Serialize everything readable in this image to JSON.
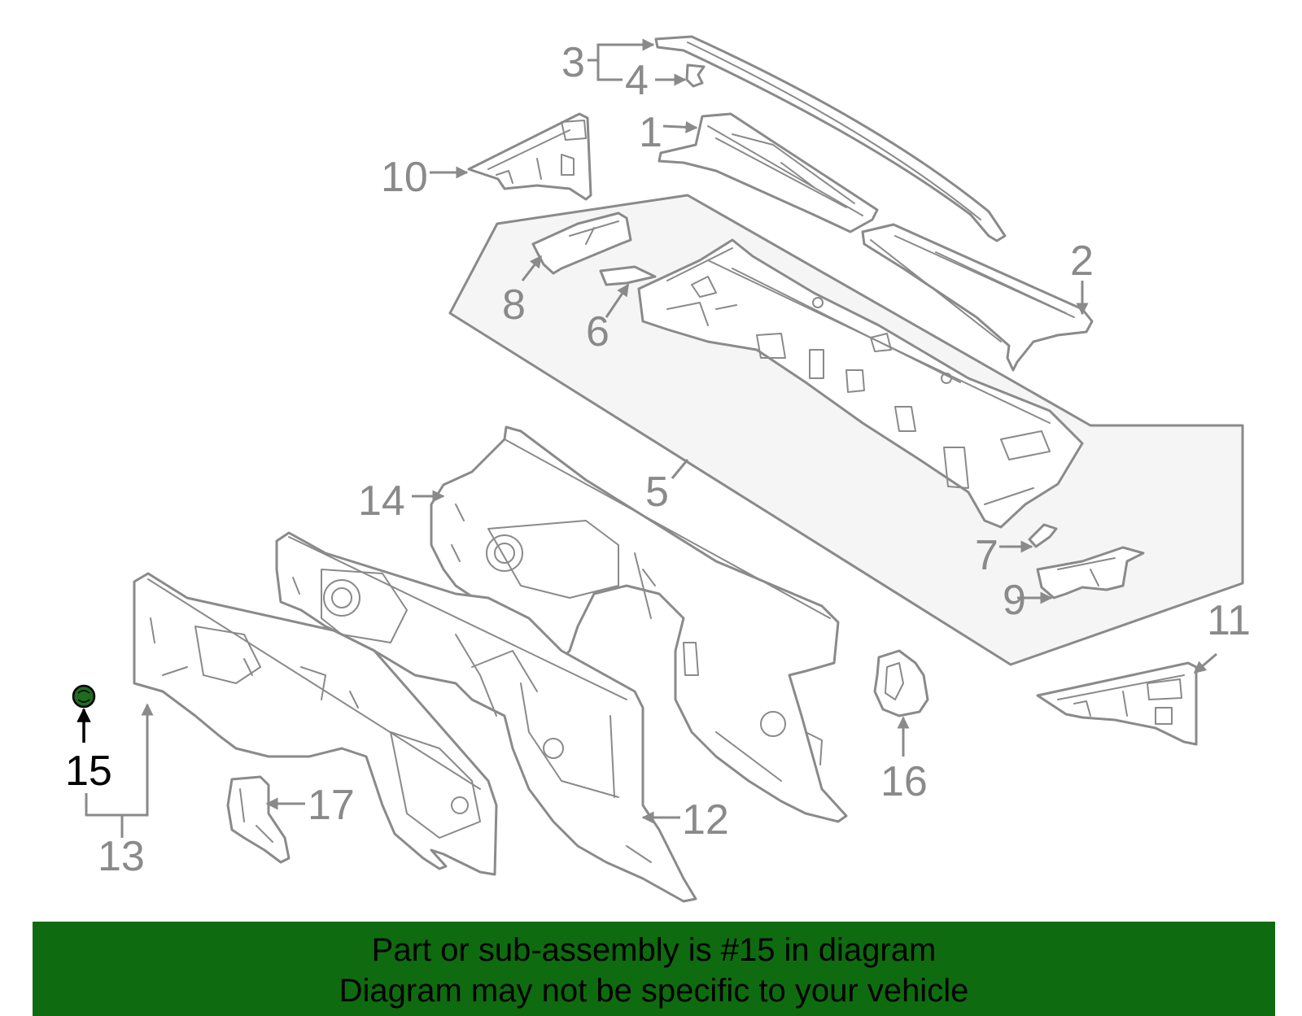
{
  "callouts": {
    "c1": "1",
    "c2": "2",
    "c3": "3",
    "c4": "4",
    "c5": "5",
    "c6": "6",
    "c7": "7",
    "c8": "8",
    "c9": "9",
    "c10": "10",
    "c11": "11",
    "c12": "12",
    "c13": "13",
    "c14": "14",
    "c15": "15",
    "c16": "16",
    "c17": "17"
  },
  "highlight": {
    "part_number": "15",
    "color": "#1f6b1f"
  },
  "banner": {
    "line1": "Part or sub-assembly is #15 in diagram",
    "line2": "Diagram may not be specific to your vehicle",
    "background": "#0f6b0f"
  }
}
